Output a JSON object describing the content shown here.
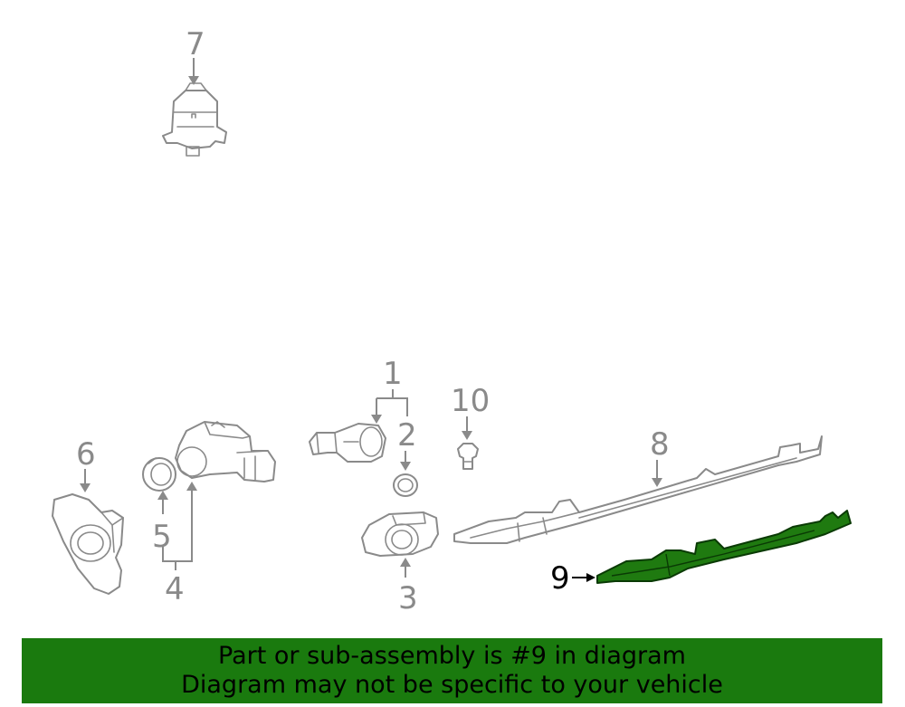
{
  "callouts": {
    "c1": "1",
    "c2": "2",
    "c3": "3",
    "c4": "4",
    "c5": "5",
    "c6": "6",
    "c7": "7",
    "c8": "8",
    "c9": "9",
    "c10": "10"
  },
  "highlighted_part": "9",
  "colors": {
    "highlight": "#1f7a10",
    "banner": "#1a7a0e",
    "line": "#8a8a8a"
  },
  "banner": {
    "line1": "Part or sub-assembly is #9 in diagram",
    "line2": "Diagram may not be specific to your vehicle"
  }
}
